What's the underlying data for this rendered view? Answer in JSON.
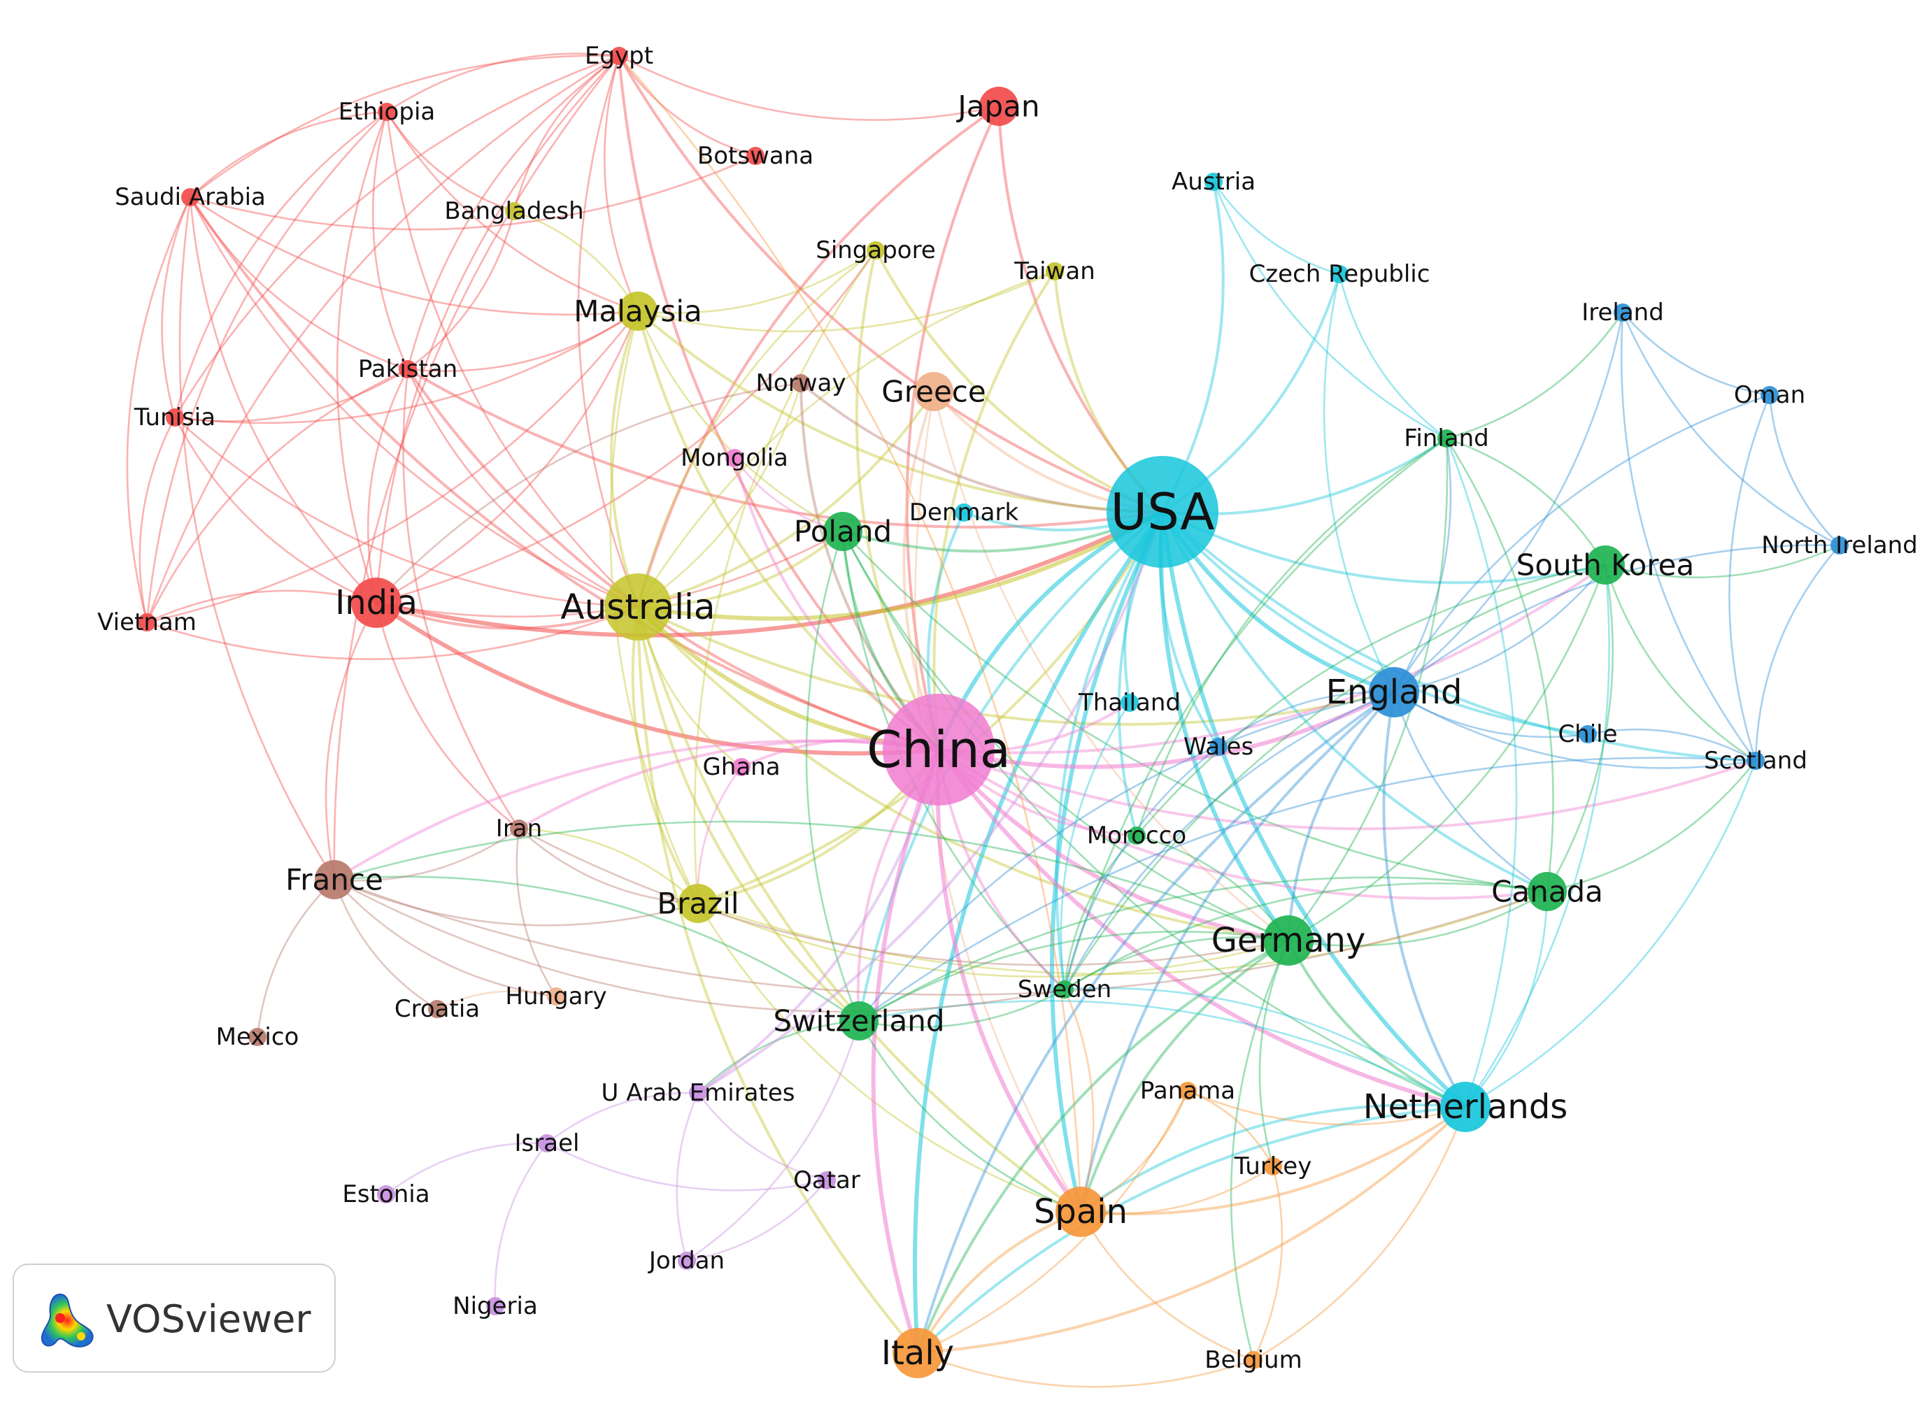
{
  "clusters": {
    "red": "#f24b4b",
    "yellow": "#c4c42a",
    "cyan": "#18c6dc",
    "green": "#1fb353",
    "blue": "#2d8fd6",
    "pink": "#f07bd0",
    "orange": "#f6973a",
    "brown": "#b87a6c",
    "purple": "#c890e0",
    "peach": "#f0b089"
  },
  "nodes": [
    {
      "label": "China",
      "cluster": "pink",
      "size": 5
    },
    {
      "label": "USA",
      "cluster": "cyan",
      "size": 5
    },
    {
      "label": "Australia",
      "cluster": "yellow",
      "size": 4
    },
    {
      "label": "England",
      "cluster": "blue",
      "size": 3
    },
    {
      "label": "Germany",
      "cluster": "green",
      "size": 3
    },
    {
      "label": "India",
      "cluster": "red",
      "size": 3
    },
    {
      "label": "Spain",
      "cluster": "orange",
      "size": 3
    },
    {
      "label": "Italy",
      "cluster": "orange",
      "size": 3
    },
    {
      "label": "Netherlands",
      "cluster": "cyan",
      "size": 3
    },
    {
      "label": "Malaysia",
      "cluster": "yellow",
      "size": 2
    },
    {
      "label": "France",
      "cluster": "brown",
      "size": 2
    },
    {
      "label": "Brazil",
      "cluster": "yellow",
      "size": 2
    },
    {
      "label": "Poland",
      "cluster": "green",
      "size": 2
    },
    {
      "label": "Canada",
      "cluster": "green",
      "size": 2
    },
    {
      "label": "South Korea",
      "cluster": "green",
      "size": 2
    },
    {
      "label": "Switzerland",
      "cluster": "green",
      "size": 2
    },
    {
      "label": "Greece",
      "cluster": "peach",
      "size": 2
    },
    {
      "label": "Japan",
      "cluster": "red",
      "size": 2
    },
    {
      "label": "Egypt",
      "cluster": "red",
      "size": 1
    },
    {
      "label": "Pakistan",
      "cluster": "red",
      "size": 1
    },
    {
      "label": "Saudi Arabia",
      "cluster": "red",
      "size": 1
    },
    {
      "label": "Tunisia",
      "cluster": "red",
      "size": 1
    },
    {
      "label": "Ethiopia",
      "cluster": "red",
      "size": 1
    },
    {
      "label": "Vietnam",
      "cluster": "red",
      "size": 1
    },
    {
      "label": "Botswana",
      "cluster": "red",
      "size": 1
    },
    {
      "label": "Bangladesh",
      "cluster": "yellow",
      "size": 1
    },
    {
      "label": "Singapore",
      "cluster": "yellow",
      "size": 1
    },
    {
      "label": "Taiwan",
      "cluster": "yellow",
      "size": 1
    },
    {
      "label": "Austria",
      "cluster": "cyan",
      "size": 1
    },
    {
      "label": "Czech Republic",
      "cluster": "cyan",
      "size": 1
    },
    {
      "label": "Denmark",
      "cluster": "cyan",
      "size": 1
    },
    {
      "label": "Thailand",
      "cluster": "cyan",
      "size": 1
    },
    {
      "label": "Ireland",
      "cluster": "blue",
      "size": 1
    },
    {
      "label": "Oman",
      "cluster": "blue",
      "size": 1
    },
    {
      "label": "North Ireland",
      "cluster": "blue",
      "size": 1
    },
    {
      "label": "Scotland",
      "cluster": "blue",
      "size": 1
    },
    {
      "label": "Chile",
      "cluster": "blue",
      "size": 1
    },
    {
      "label": "Wales",
      "cluster": "blue",
      "size": 1
    },
    {
      "label": "Finland",
      "cluster": "green",
      "size": 1
    },
    {
      "label": "Morocco",
      "cluster": "green",
      "size": 1
    },
    {
      "label": "Sweden",
      "cluster": "green",
      "size": 1
    },
    {
      "label": "Norway",
      "cluster": "brown",
      "size": 1
    },
    {
      "label": "Mongolia",
      "cluster": "pink",
      "size": 1
    },
    {
      "label": "Ghana",
      "cluster": "pink",
      "size": 1
    },
    {
      "label": "Iran",
      "cluster": "brown",
      "size": 1
    },
    {
      "label": "Mexico",
      "cluster": "brown",
      "size": 1
    },
    {
      "label": "Croatia",
      "cluster": "brown",
      "size": 1
    },
    {
      "label": "Hungary",
      "cluster": "peach",
      "size": 1
    },
    {
      "label": "U Arab Emirates",
      "cluster": "purple",
      "size": 1
    },
    {
      "label": "Israel",
      "cluster": "purple",
      "size": 1
    },
    {
      "label": "Estonia",
      "cluster": "purple",
      "size": 1
    },
    {
      "label": "Nigeria",
      "cluster": "purple",
      "size": 1
    },
    {
      "label": "Qatar",
      "cluster": "purple",
      "size": 1
    },
    {
      "label": "Jordan",
      "cluster": "purple",
      "size": 1
    },
    {
      "label": "Panama",
      "cluster": "orange",
      "size": 1
    },
    {
      "label": "Turkey",
      "cluster": "orange",
      "size": 1
    },
    {
      "label": "Belgium",
      "cluster": "orange",
      "size": 1
    }
  ],
  "edges": [
    [
      "Egypt",
      "Japan"
    ],
    [
      "Egypt",
      "Ethiopia"
    ],
    [
      "Egypt",
      "Saudi Arabia"
    ],
    [
      "Egypt",
      "Pakistan"
    ],
    [
      "Egypt",
      "Tunisia"
    ],
    [
      "Egypt",
      "India"
    ],
    [
      "Egypt",
      "Vietnam"
    ],
    [
      "Egypt",
      "Malaysia"
    ],
    [
      "Egypt",
      "Australia"
    ],
    [
      "Egypt",
      "China"
    ],
    [
      "Egypt",
      "Bangladesh"
    ],
    [
      "Egypt",
      "Botswana"
    ],
    [
      "Egypt",
      "USA"
    ],
    [
      "Egypt",
      "France"
    ],
    [
      "Ethiopia",
      "Saudi Arabia"
    ],
    [
      "Ethiopia",
      "Pakistan"
    ],
    [
      "Ethiopia",
      "Tunisia"
    ],
    [
      "Ethiopia",
      "India"
    ],
    [
      "Ethiopia",
      "Vietnam"
    ],
    [
      "Ethiopia",
      "Australia"
    ],
    [
      "Ethiopia",
      "Malaysia"
    ],
    [
      "Ethiopia",
      "Bangladesh"
    ],
    [
      "Saudi Arabia",
      "Pakistan"
    ],
    [
      "Saudi Arabia",
      "Tunisia"
    ],
    [
      "Saudi Arabia",
      "India"
    ],
    [
      "Saudi Arabia",
      "Vietnam"
    ],
    [
      "Saudi Arabia",
      "Malaysia"
    ],
    [
      "Saudi Arabia",
      "Australia"
    ],
    [
      "Saudi Arabia",
      "China"
    ],
    [
      "Saudi Arabia",
      "France"
    ],
    [
      "Saudi Arabia",
      "Botswana"
    ],
    [
      "Tunisia",
      "Pakistan"
    ],
    [
      "Tunisia",
      "India"
    ],
    [
      "Tunisia",
      "Vietnam"
    ],
    [
      "Tunisia",
      "Malaysia"
    ],
    [
      "Tunisia",
      "Australia"
    ],
    [
      "Pakistan",
      "India"
    ],
    [
      "Pakistan",
      "Vietnam"
    ],
    [
      "Pakistan",
      "Malaysia"
    ],
    [
      "Pakistan",
      "Australia"
    ],
    [
      "Pakistan",
      "China"
    ],
    [
      "Pakistan",
      "Bangladesh"
    ],
    [
      "Pakistan",
      "Iran"
    ],
    [
      "Pakistan",
      "USA"
    ],
    [
      "India",
      "Vietnam"
    ],
    [
      "India",
      "Australia"
    ],
    [
      "India",
      "Malaysia"
    ],
    [
      "India",
      "China"
    ],
    [
      "India",
      "France"
    ],
    [
      "India",
      "Iran"
    ],
    [
      "India",
      "USA"
    ],
    [
      "India",
      "Singapore"
    ],
    [
      "India",
      "Poland"
    ],
    [
      "Vietnam",
      "Australia"
    ],
    [
      "Vietnam",
      "Malaysia"
    ],
    [
      "Japan",
      "China"
    ],
    [
      "Japan",
      "USA"
    ],
    [
      "Japan",
      "Australia"
    ],
    [
      "Malaysia",
      "Australia"
    ],
    [
      "Malaysia",
      "Singapore"
    ],
    [
      "Malaysia",
      "Bangladesh"
    ],
    [
      "Malaysia",
      "China"
    ],
    [
      "Malaysia",
      "Brazil"
    ],
    [
      "Malaysia",
      "Taiwan"
    ],
    [
      "Malaysia",
      "USA"
    ],
    [
      "Malaysia",
      "Poland"
    ],
    [
      "Singapore",
      "Australia"
    ],
    [
      "Singapore",
      "China"
    ],
    [
      "Singapore",
      "USA"
    ],
    [
      "Singapore",
      "Brazil"
    ],
    [
      "Taiwan",
      "China"
    ],
    [
      "Taiwan",
      "USA"
    ],
    [
      "Taiwan",
      "Australia"
    ],
    [
      "Australia",
      "China"
    ],
    [
      "Australia",
      "USA"
    ],
    [
      "Australia",
      "Poland"
    ],
    [
      "Australia",
      "Brazil"
    ],
    [
      "Australia",
      "Spain"
    ],
    [
      "Australia",
      "Italy"
    ],
    [
      "Australia",
      "Germany"
    ],
    [
      "Australia",
      "England"
    ],
    [
      "Australia",
      "Greece"
    ],
    [
      "Australia",
      "Ghana"
    ],
    [
      "Australia",
      "Switzerland"
    ],
    [
      "Australia",
      "Norway"
    ],
    [
      "Brazil",
      "China"
    ],
    [
      "Brazil",
      "USA"
    ],
    [
      "Brazil",
      "Germany"
    ],
    [
      "Brazil",
      "Canada"
    ],
    [
      "Brazil",
      "Spain"
    ],
    [
      "Brazil",
      "Iran"
    ],
    [
      "Greece",
      "China"
    ],
    [
      "Greece",
      "USA"
    ],
    [
      "Greece",
      "Spain"
    ],
    [
      "Greece",
      "Germany"
    ],
    [
      "Norway",
      "China"
    ],
    [
      "Norway",
      "USA"
    ],
    [
      "Norway",
      "India"
    ],
    [
      "Mongolia",
      "China"
    ],
    [
      "Mongolia",
      "Poland"
    ],
    [
      "Poland",
      "China"
    ],
    [
      "Poland",
      "USA"
    ],
    [
      "Poland",
      "Germany"
    ],
    [
      "Poland",
      "Switzerland"
    ],
    [
      "Poland",
      "Sweden"
    ],
    [
      "Poland",
      "Canada"
    ],
    [
      "Poland",
      "Netherlands"
    ],
    [
      "Denmark",
      "USA"
    ],
    [
      "Denmark",
      "China"
    ],
    [
      "USA",
      "China"
    ],
    [
      "USA",
      "England"
    ],
    [
      "USA",
      "Germany"
    ],
    [
      "USA",
      "Netherlands"
    ],
    [
      "USA",
      "Canada"
    ],
    [
      "USA",
      "South Korea"
    ],
    [
      "USA",
      "Finland"
    ],
    [
      "USA",
      "Austria"
    ],
    [
      "USA",
      "Czech Republic"
    ],
    [
      "USA",
      "Thailand"
    ],
    [
      "USA",
      "Wales"
    ],
    [
      "USA",
      "Scotland"
    ],
    [
      "USA",
      "Spain"
    ],
    [
      "USA",
      "Italy"
    ],
    [
      "USA",
      "Switzerland"
    ],
    [
      "USA",
      "Sweden"
    ],
    [
      "USA",
      "Morocco"
    ],
    [
      "USA",
      "Chile"
    ],
    [
      "Austria",
      "Czech Republic"
    ],
    [
      "Austria",
      "Finland"
    ],
    [
      "Czech Republic",
      "Finland"
    ],
    [
      "Czech Republic",
      "England"
    ],
    [
      "China",
      "England"
    ],
    [
      "China",
      "Germany"
    ],
    [
      "China",
      "Spain"
    ],
    [
      "China",
      "Italy"
    ],
    [
      "China",
      "Netherlands"
    ],
    [
      "China",
      "Canada"
    ],
    [
      "China",
      "South Korea"
    ],
    [
      "China",
      "Switzerland"
    ],
    [
      "China",
      "Sweden"
    ],
    [
      "China",
      "Iran"
    ],
    [
      "China",
      "Ghana"
    ],
    [
      "China",
      "Thailand"
    ],
    [
      "China",
      "France"
    ],
    [
      "China",
      "Scotland"
    ],
    [
      "China",
      "Morocco"
    ],
    [
      "England",
      "Germany"
    ],
    [
      "England",
      "Netherlands"
    ],
    [
      "England",
      "Canada"
    ],
    [
      "England",
      "South Korea"
    ],
    [
      "England",
      "Scotland"
    ],
    [
      "England",
      "Chile"
    ],
    [
      "England",
      "Finland"
    ],
    [
      "England",
      "Ireland"
    ],
    [
      "England",
      "Spain"
    ],
    [
      "England",
      "Sweden"
    ],
    [
      "England",
      "Switzerland"
    ],
    [
      "England",
      "Wales"
    ],
    [
      "England",
      "Italy"
    ],
    [
      "Germany",
      "Netherlands"
    ],
    [
      "Germany",
      "Canada"
    ],
    [
      "Germany",
      "Switzerland"
    ],
    [
      "Germany",
      "Sweden"
    ],
    [
      "Germany",
      "Spain"
    ],
    [
      "Germany",
      "Italy"
    ],
    [
      "Germany",
      "South Korea"
    ],
    [
      "Germany",
      "Finland"
    ],
    [
      "Germany",
      "Morocco"
    ],
    [
      "Germany",
      "France"
    ],
    [
      "Germany",
      "Turkey"
    ],
    [
      "Germany",
      "Belgium"
    ],
    [
      "Netherlands",
      "Canada"
    ],
    [
      "Netherlands",
      "Scotland"
    ],
    [
      "Netherlands",
      "Sweden"
    ],
    [
      "Netherlands",
      "Spain"
    ],
    [
      "Netherlands",
      "Italy"
    ],
    [
      "Netherlands",
      "South Korea"
    ],
    [
      "Netherlands",
      "Finland"
    ],
    [
      "Netherlands",
      "Switzerland"
    ],
    [
      "Canada",
      "South Korea"
    ],
    [
      "Canada",
      "Finland"
    ],
    [
      "Canada",
      "Sweden"
    ],
    [
      "Canada",
      "Scotland"
    ],
    [
      "Canada",
      "Switzerland"
    ],
    [
      "South Korea",
      "Finland"
    ],
    [
      "South Korea",
      "Sweden"
    ],
    [
      "South Korea",
      "Scotland"
    ],
    [
      "South Korea",
      "Morocco"
    ],
    [
      "South Korea",
      "North Ireland"
    ],
    [
      "Finland",
      "Sweden"
    ],
    [
      "Finland",
      "Morocco"
    ],
    [
      "Finland",
      "Ireland"
    ],
    [
      "Ireland",
      "Oman"
    ],
    [
      "Ireland",
      "North Ireland"
    ],
    [
      "Ireland",
      "Scotland"
    ],
    [
      "Oman",
      "North Ireland"
    ],
    [
      "Oman",
      "Scotland"
    ],
    [
      "Oman",
      "England"
    ],
    [
      "North Ireland",
      "Scotland"
    ],
    [
      "North Ireland",
      "England"
    ],
    [
      "Scotland",
      "Chile"
    ],
    [
      "Scotland",
      "Switzerland"
    ],
    [
      "Morocco",
      "Sweden"
    ],
    [
      "Thailand",
      "Sweden"
    ],
    [
      "Wales",
      "Sweden"
    ],
    [
      "Switzerland",
      "Sweden"
    ],
    [
      "Switzerland",
      "France"
    ],
    [
      "Switzerland",
      "Spain"
    ],
    [
      "Switzerland",
      "U Arab Emirates"
    ],
    [
      "France",
      "Mexico"
    ],
    [
      "France",
      "Iran"
    ],
    [
      "France",
      "Croatia"
    ],
    [
      "France",
      "Hungary"
    ],
    [
      "France",
      "Brazil"
    ],
    [
      "France",
      "Canada"
    ],
    [
      "France",
      "Sweden"
    ],
    [
      "Iran",
      "Brazil"
    ],
    [
      "Iran",
      "Germany"
    ],
    [
      "Iran",
      "Hungary"
    ],
    [
      "Spain",
      "Italy"
    ],
    [
      "Spain",
      "Panama"
    ],
    [
      "Spain",
      "Turkey"
    ],
    [
      "Spain",
      "Belgium"
    ],
    [
      "Spain",
      "Sweden"
    ],
    [
      "Spain",
      "Netherlands"
    ],
    [
      "Spain",
      "Egypt"
    ],
    [
      "Italy",
      "Belgium"
    ],
    [
      "Italy",
      "Panama"
    ],
    [
      "Italy",
      "Netherlands"
    ],
    [
      "Belgium",
      "Turkey"
    ],
    [
      "Belgium",
      "Netherlands"
    ],
    [
      "Turkey",
      "Panama"
    ],
    [
      "Panama",
      "Netherlands"
    ],
    [
      "U Arab Emirates",
      "Israel"
    ],
    [
      "U Arab Emirates",
      "Qatar"
    ],
    [
      "U Arab Emirates",
      "Jordan"
    ],
    [
      "U Arab Emirates",
      "China"
    ],
    [
      "U Arab Emirates",
      "USA"
    ],
    [
      "Israel",
      "Estonia"
    ],
    [
      "Israel",
      "Nigeria"
    ],
    [
      "Israel",
      "Qatar"
    ],
    [
      "Jordan",
      "Qatar"
    ],
    [
      "Jordan",
      "Switzerland"
    ],
    [
      "Ghana",
      "Brazil"
    ],
    [
      "Hungary",
      "Croatia"
    ]
  ],
  "logo": {
    "text": "VOSviewer"
  }
}
